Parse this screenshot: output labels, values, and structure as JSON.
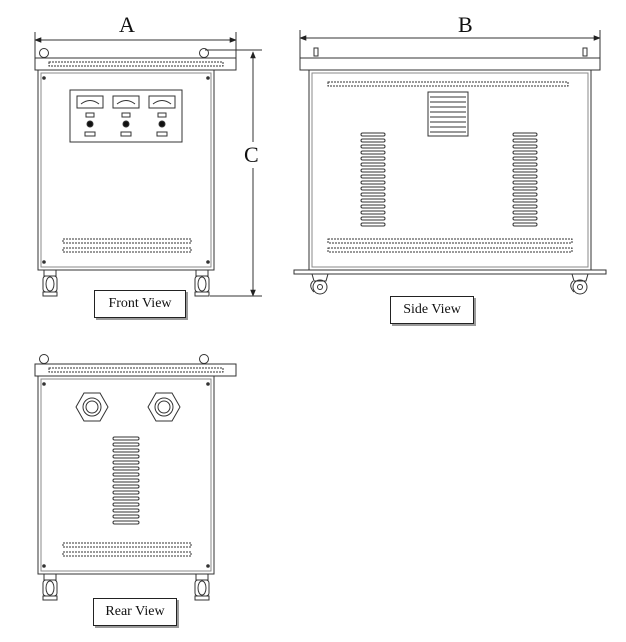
{
  "dimensions": {
    "a": "A",
    "b": "B",
    "c": "C"
  },
  "views": {
    "front": {
      "label": "Front View",
      "meter_count": 3
    },
    "side": {
      "label": "Side View"
    },
    "rear": {
      "label": "Rear View"
    }
  }
}
